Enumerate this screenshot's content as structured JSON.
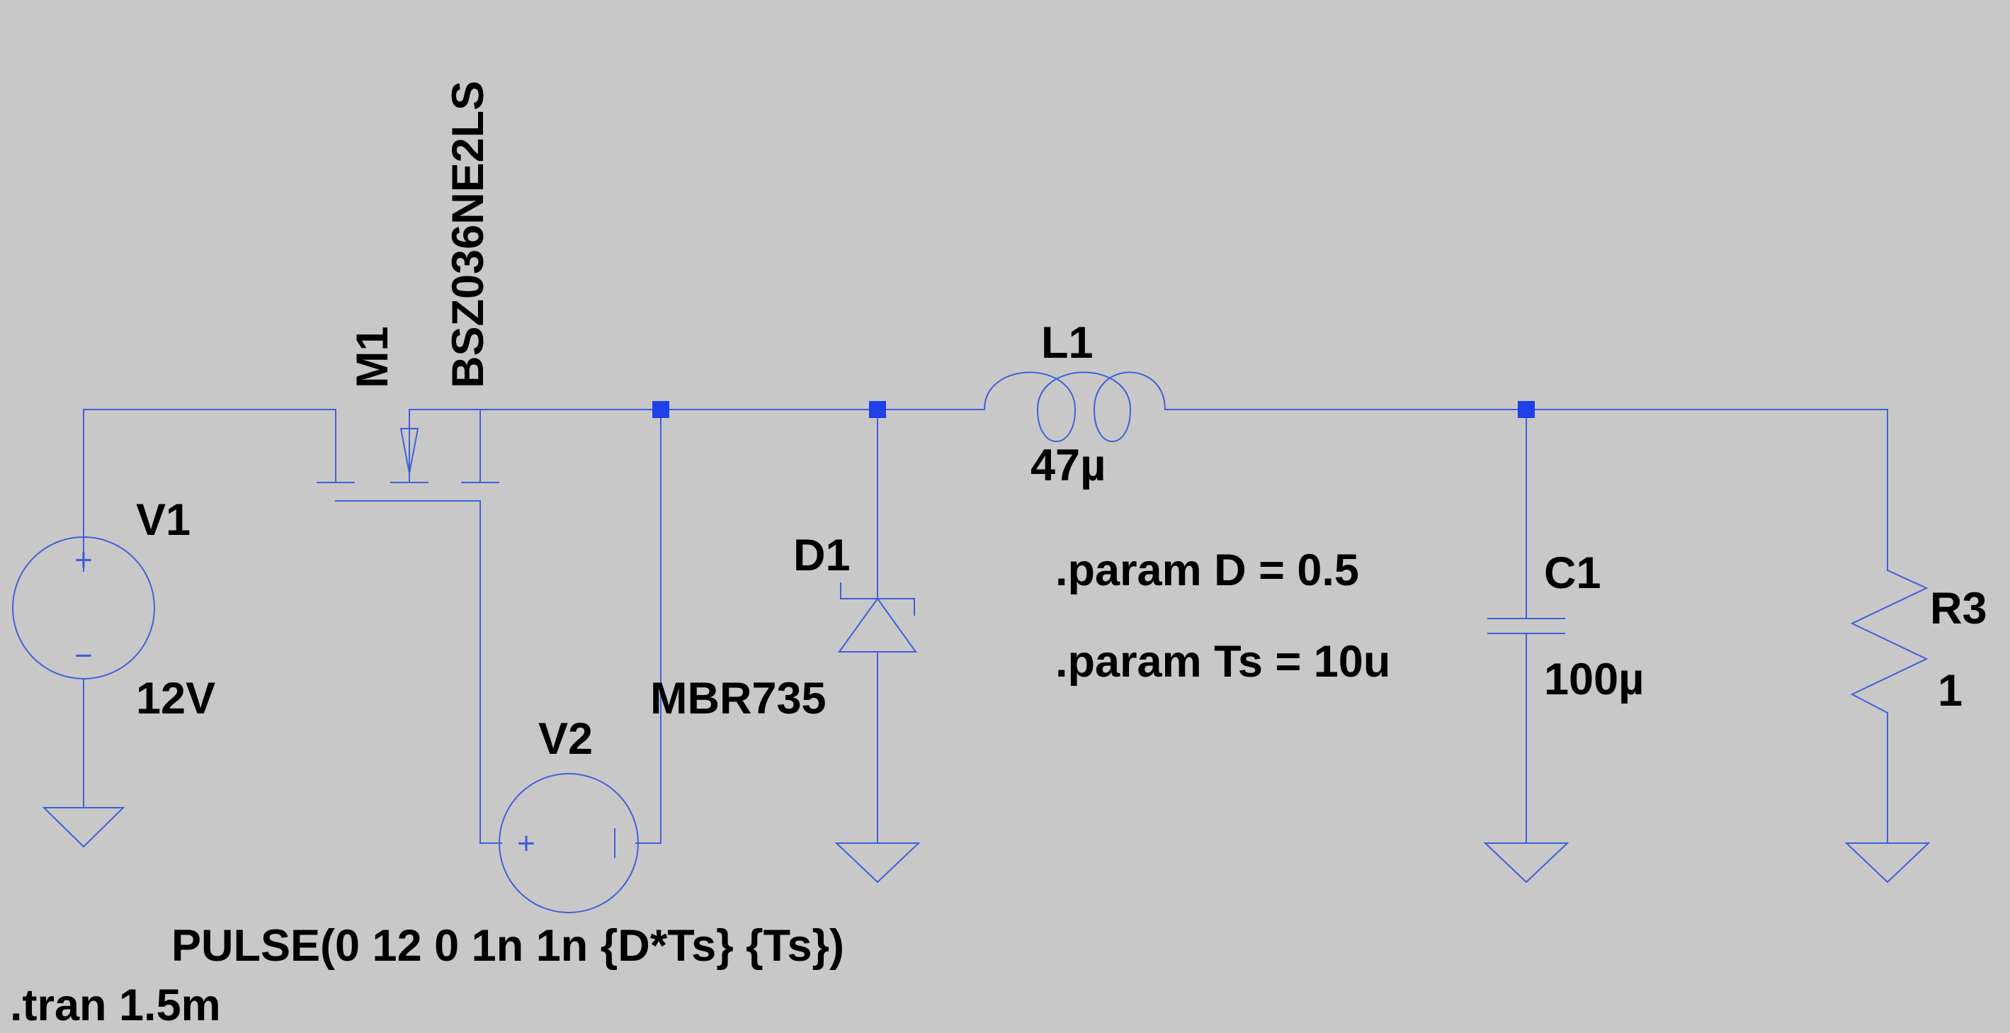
{
  "colors": {
    "background": "#c8c8c8",
    "wire": "#3f5fd9",
    "junction": "#1f3fe8",
    "text": "#000000"
  },
  "components": {
    "v1": {
      "ref": "V1",
      "value": "12V"
    },
    "v2": {
      "ref": "V2",
      "value": "PULSE(0 12 0 1n 1n {D*Ts} {Ts})"
    },
    "m1": {
      "ref": "M1",
      "model": "BSZ036NE2LS"
    },
    "d1": {
      "ref": "D1",
      "model": "MBR735"
    },
    "l1": {
      "ref": "L1",
      "value": "47µ"
    },
    "c1": {
      "ref": "C1",
      "value": "100µ"
    },
    "r3": {
      "ref": "R3",
      "value": "1"
    }
  },
  "directives": {
    "param_d": ".param D = 0.5",
    "param_ts": ".param Ts = 10u",
    "tran": ".tran 1.5m"
  },
  "icons": {
    "plus_sign": "+",
    "minus_sign": "−"
  }
}
